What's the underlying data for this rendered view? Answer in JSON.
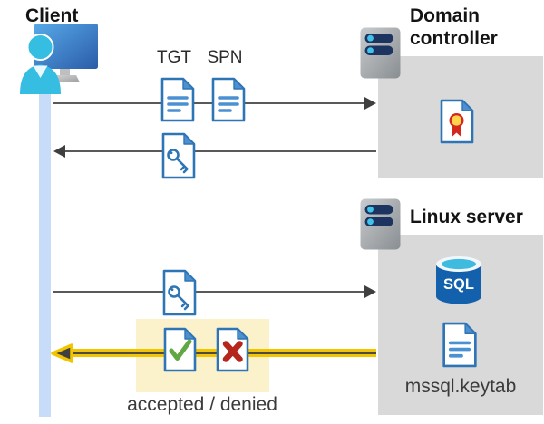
{
  "client": {
    "label": "Client"
  },
  "domain_controller": {
    "label": "Domain controller"
  },
  "linux_server": {
    "label": "Linux server",
    "sql_badge": "SQL",
    "keytab_label": "mssql.keytab"
  },
  "tickets": {
    "tgt": "TGT",
    "spn": "SPN"
  },
  "result": {
    "label": "accepted / denied"
  },
  "icons": {
    "client": "monitor-user-icon",
    "domain_controller": "server-icon",
    "linux_server": "server-icon",
    "tgt": "text-document-icon",
    "spn": "text-document-icon",
    "service_ticket": "key-document-icon",
    "certificate": "certificate-document-icon",
    "sql": "sql-database-icon",
    "keytab": "text-document-icon",
    "accepted": "check-document-icon",
    "denied": "cross-document-icon"
  },
  "colors": {
    "doc_border_blue": "#2e75b6",
    "doc_line_blue": "#4a90d2",
    "fold_blue": "#4e8fd0",
    "box_gray": "#d9d9d9",
    "arrow_gray": "#595959",
    "arrowhead_gray": "#3f3f3f",
    "timeline_blue": "#c6dcf8",
    "highlight_yellow": "#fbf2cc",
    "arrow_yellow": "#f2c500",
    "check_green": "#61a743",
    "cross_red": "#b5271d",
    "sql_blue": "#1361ac",
    "person_cyan": "#35bee2"
  }
}
